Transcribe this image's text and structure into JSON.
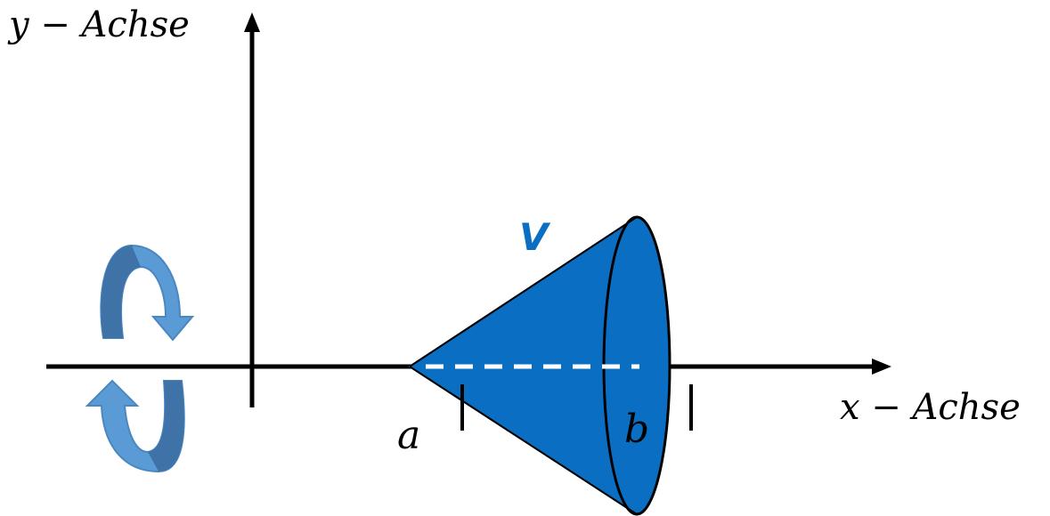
{
  "labels": {
    "y_axis": "y − Achse",
    "x_axis": "x − Achse",
    "lower_bound": "a",
    "upper_bound": "b",
    "volume": "V"
  },
  "colors": {
    "cone_fill": "#0a6fc2",
    "volume_label": "#0a6fc2",
    "rotation_arrow_light": "#5b9bd5",
    "rotation_arrow_dark": "#3f73a8",
    "axis": "#000000",
    "dashed_axis_line": "#ffffff"
  },
  "icons": {
    "rotation": "rotation-arrows-icon"
  }
}
